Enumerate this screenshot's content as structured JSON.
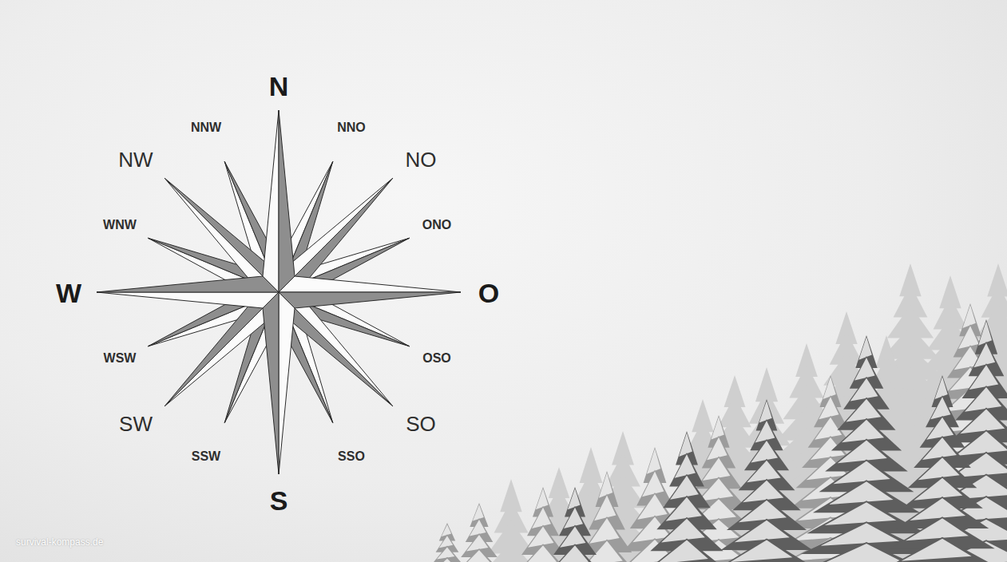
{
  "diagram": {
    "labels": [
      "N",
      "NNO",
      "NO",
      "ONO",
      "O",
      "OSO",
      "SO",
      "SSO",
      "S",
      "SSW",
      "SW",
      "WSW",
      "W",
      "WNW",
      "NW",
      "NNW",
      "survival-kompass.de"
    ]
  }
}
